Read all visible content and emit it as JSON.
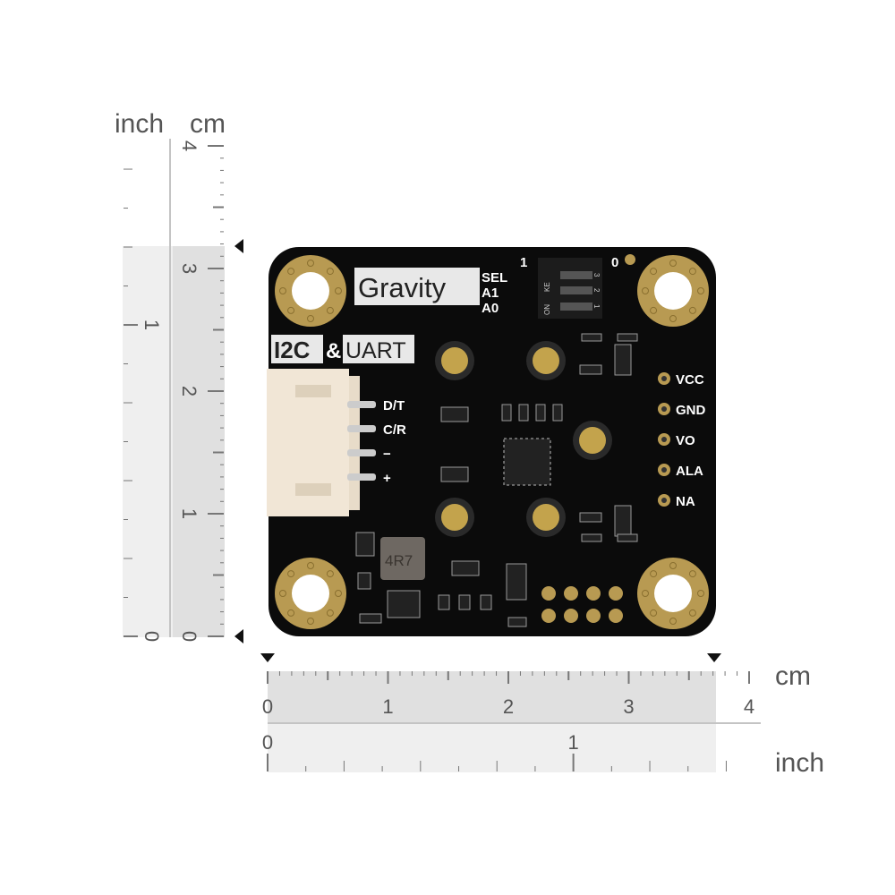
{
  "rulers": {
    "vertical": {
      "unit_label_inch": "inch",
      "unit_label_cm": "cm",
      "cm_labels": [
        "0",
        "1",
        "2",
        "3",
        "4"
      ],
      "inch_labels": [
        "0",
        "1"
      ]
    },
    "horizontal": {
      "unit_label_cm": "cm",
      "unit_label_inch": "inch",
      "cm_labels": [
        "0",
        "1",
        "2",
        "3",
        "4"
      ],
      "inch_labels": [
        "0",
        "1"
      ]
    }
  },
  "board": {
    "logo": "Gravity",
    "interface": [
      "I2C",
      "&",
      "UART"
    ],
    "dip_labels": [
      "SEL",
      "A1",
      "A0"
    ],
    "dip_marks": [
      "1",
      "0"
    ],
    "dip_switch_text": [
      "ON",
      "KE",
      "1",
      "2",
      "3"
    ],
    "connector_pins": [
      "D/T",
      "C/R",
      "−",
      "+"
    ],
    "header_pins": [
      "VCC",
      "GND",
      "VO",
      "ALA",
      "NA"
    ],
    "inductor_marking": "4R7"
  },
  "colors": {
    "pcb": "#0b0b0b",
    "gold": "#b89a52",
    "connector": "#f1e6d6",
    "ruler_shade": "#e6e6e6"
  }
}
